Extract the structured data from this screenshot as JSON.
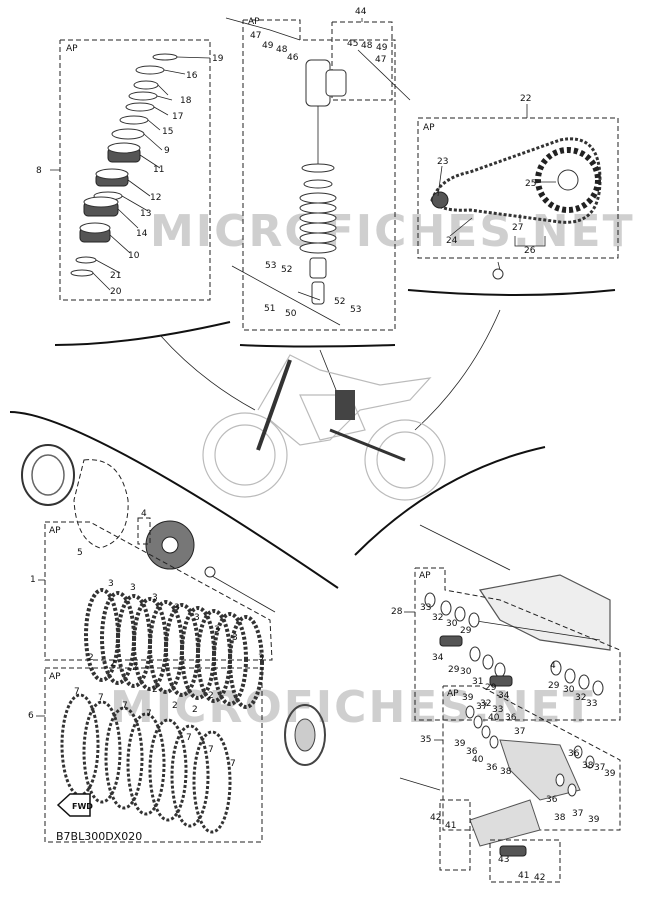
{
  "diagram": {
    "code": "B7BL300DX020",
    "watermark": "MICROFICHES.NET",
    "ap_label": "AP",
    "fwd_label": "FWD",
    "callouts": {
      "c1": "1",
      "c2": "2",
      "c3": "3",
      "c4": "4",
      "c5": "5",
      "c6": "6",
      "c7": "7",
      "c8": "8",
      "c9": "9",
      "c10": "10",
      "c11": "11",
      "c12": "12",
      "c13": "13",
      "c14": "14",
      "c15": "15",
      "c16": "16",
      "c17": "17",
      "c18": "18",
      "c19": "19",
      "c20": "20",
      "c21": "21",
      "c22": "22",
      "c23": "23",
      "c24": "24",
      "c25": "25",
      "c26": "26",
      "c27": "27",
      "c28": "28",
      "c29": "29",
      "c30": "30",
      "c31": "31",
      "c32": "32",
      "c33": "33",
      "c34": "34",
      "c35": "35",
      "c36": "36",
      "c37": "37",
      "c38": "38",
      "c39": "39",
      "c40": "40",
      "c41": "41",
      "c42": "42",
      "c43": "43",
      "c44": "44",
      "c45": "45",
      "c46": "46",
      "c47": "47",
      "c48": "48",
      "c49": "49",
      "c50": "50",
      "c51": "51",
      "c52": "52",
      "c53": "53"
    }
  }
}
